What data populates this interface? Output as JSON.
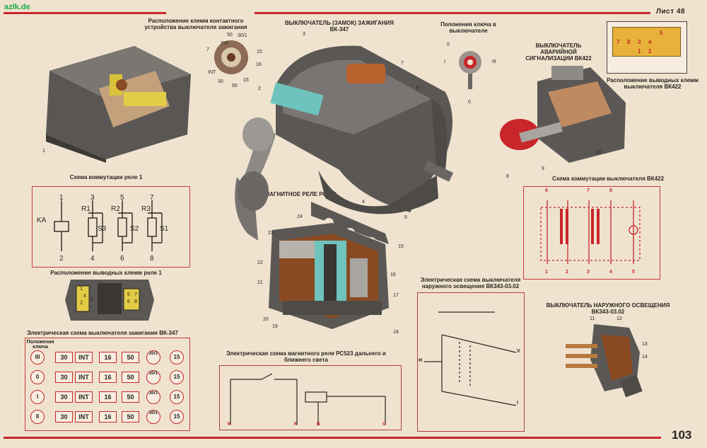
{
  "header": {
    "watermark": "azlk.de",
    "sheet": "Лист 48",
    "page_number": "103"
  },
  "captions": {
    "relay_terminal_layout": "Расположение клемм контактного устройства выключателя зажигания",
    "ignition_switch": "ВЫКЛЮЧАТЕЛЬ (ЗАМОК) ЗАЖИГАНИЯ ВК-347",
    "key_positions": "Положения ключа в выключателе",
    "hazard_switch": "ВЫКЛЮЧАТЕЛЬ АВАРИЙНОЙ СИГНАЛИЗАЦИИ ВК422",
    "vk422_terminals": "Расположение выводных клемм выключателя ВК422",
    "relay1_scheme": "Схема коммутации реле 1",
    "magnetic_relay": "МАГНИТНОЕ РЕЛЕ РС523",
    "vk422_scheme": "Схема коммутации выключателя ВК422",
    "relay1_terminals": "Расположение выводных клемм реле 1",
    "vk343_scheme": "Электрическая схема выключателя наружного освещения ВК343-03.02",
    "vk343_switch": "ВЫКЛЮЧАТЕЛЬ НАРУЖНОГО ОСВЕЩЕНИЯ",
    "vk343_model": "ВК343-03.02",
    "vk347_scheme": "Электрическая схема выключателя зажигания ВК-347",
    "rc523_scheme": "Электрическая схема магнитного реле РС523 дальнего и ближнего света"
  },
  "part_numbers": {
    "relay": [
      "1"
    ],
    "ignition": [
      "2",
      "3",
      "4",
      "5",
      "6",
      "7"
    ],
    "hazard": [
      "8",
      "9",
      "10"
    ],
    "vk343": [
      "11",
      "12",
      "13",
      "14"
    ],
    "rc523": [
      "15",
      "16",
      "17",
      "18",
      "19",
      "20",
      "21",
      "22",
      "23",
      "24"
    ]
  },
  "ignition_terminals": [
    "50",
    "30/1",
    "7",
    "INT",
    "15",
    "30",
    "16",
    "50",
    "INT",
    "15"
  ],
  "key_positions": [
    "II",
    "I",
    "III",
    "0"
  ],
  "relay1": {
    "top_numbers": [
      "1",
      "3",
      "5",
      "7"
    ],
    "bottom_numbers": [
      "2",
      "4",
      "6",
      "8"
    ],
    "labels": [
      "KA",
      "R1",
      "S3",
      "R2",
      "S2",
      "R3",
      "S1"
    ]
  },
  "relay1_pins": [
    "1",
    "2",
    "3",
    "4",
    "5",
    "6",
    "7",
    "8"
  ],
  "vk422": {
    "top": [
      "6",
      "7",
      "8"
    ],
    "bottom": [
      "1",
      "2",
      "3",
      "4",
      "5"
    ],
    "block_grid": [
      "7",
      "8",
      "3",
      "4",
      "5",
      "1",
      "2"
    ]
  },
  "vk347_table": {
    "header": "Положения ключа",
    "rows": [
      {
        "pos": "III",
        "cells": [
          "30",
          "INT",
          "16",
          "50"
        ],
        "c1": "30/1",
        "c2": "15"
      },
      {
        "pos": "0",
        "cells": [
          "30",
          "INT",
          "16",
          "50"
        ],
        "c1": "30/1",
        "c2": "15"
      },
      {
        "pos": "I",
        "cells": [
          "30",
          "INT",
          "16",
          "50"
        ],
        "c1": "30/1",
        "c2": "15"
      },
      {
        "pos": "II",
        "cells": [
          "30",
          "INT",
          "16",
          "50"
        ],
        "c1": "30/1",
        "c2": "15"
      }
    ]
  },
  "rc523_terminals": [
    "К",
    "К",
    "Б",
    "С"
  ],
  "vk343_terminals": [
    "Н",
    "V",
    "I"
  ]
}
